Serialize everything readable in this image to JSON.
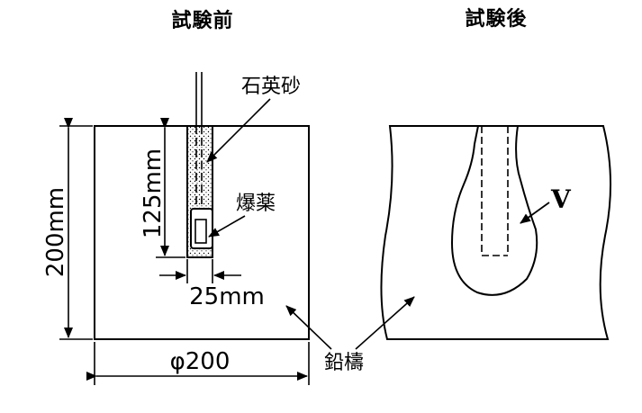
{
  "titles": {
    "before": "試験前",
    "after": "試験後"
  },
  "labels": {
    "quartz_sand": "石英砂",
    "explosive": "爆薬",
    "lead_block": "鉛檮",
    "void": "V"
  },
  "dimensions": {
    "height": "200mm",
    "depth": "125mm",
    "hole_diameter": "25mm",
    "diameter": "φ200"
  }
}
